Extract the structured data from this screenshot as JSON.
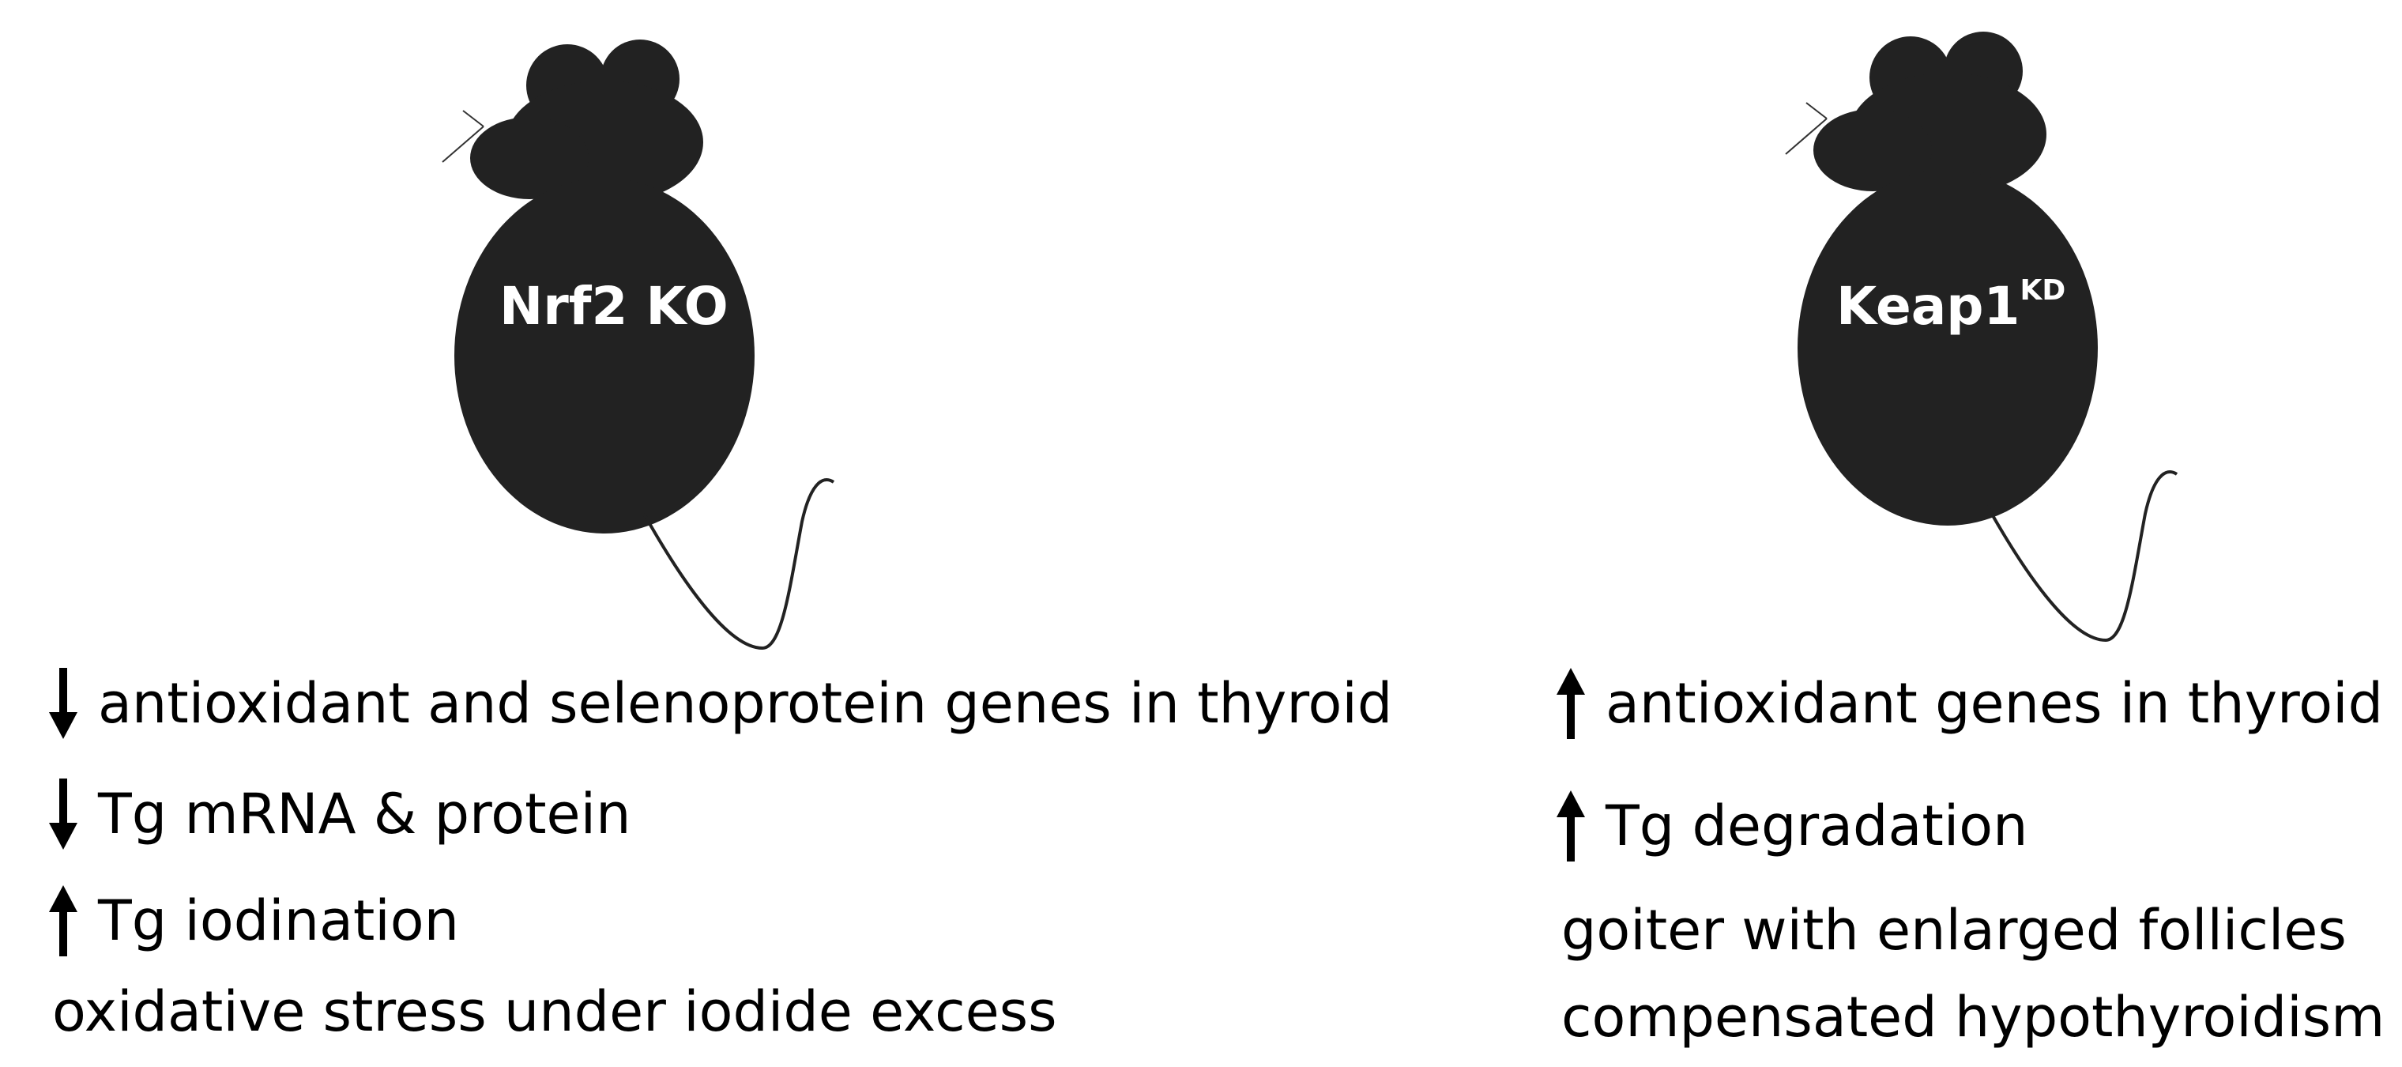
{
  "left_mouse": {
    "label": "Nrf2 KO",
    "effects": [
      {
        "direction": "down",
        "text": "antioxidant and selenoprotein genes in thyroid"
      },
      {
        "direction": "down",
        "text": "Tg mRNA & protein"
      },
      {
        "direction": "up",
        "text": "Tg iodination"
      },
      {
        "direction": "none",
        "text": "oxidative stress under iodide excess"
      }
    ]
  },
  "right_mouse": {
    "label": "Keap1",
    "label_superscript": "KD",
    "effects": [
      {
        "direction": "up",
        "text": "antioxidant genes in thyroid"
      },
      {
        "direction": "up",
        "text": "Tg degradation"
      },
      {
        "direction": "none",
        "text": "goiter with enlarged follicles"
      },
      {
        "direction": "none",
        "text": "compensated hypothyroidism"
      }
    ]
  },
  "colors": {
    "mouse_fill": "#222222",
    "text": "#000000",
    "label_text": "#ffffff"
  }
}
